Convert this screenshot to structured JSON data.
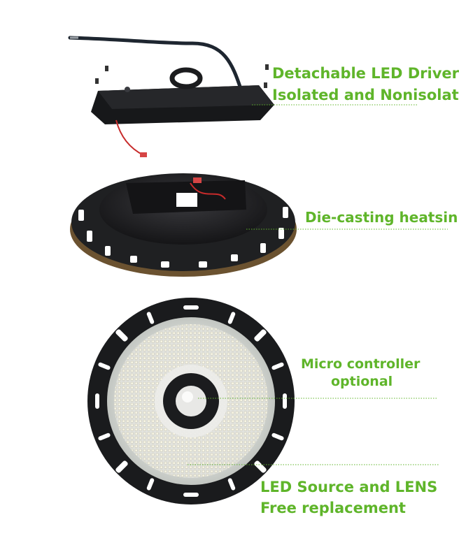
{
  "colors": {
    "label_green": "#5fb52a",
    "fixture_black": "#1c1c1e",
    "bronze_rim": "#6b5230",
    "led": "#f2f1ea"
  },
  "callouts": {
    "driver": {
      "line1": "Detachable LED Driver",
      "line2": "Isolated and Nonisolate"
    },
    "heatsink": {
      "line1": "Die-casting heatsink"
    },
    "controller": {
      "line1": "Micro controller",
      "line2": "optional"
    },
    "led_source": {
      "line1": "LED Source and LENS",
      "line2": "Free replacement"
    }
  }
}
